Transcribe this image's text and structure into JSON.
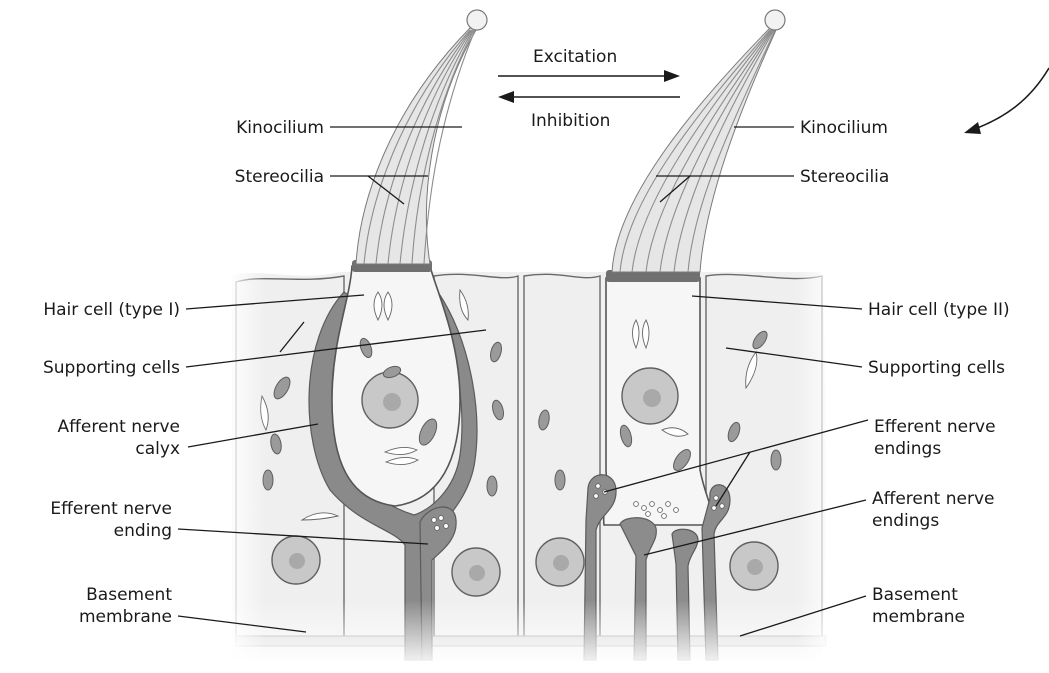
{
  "labels": {
    "excitation": "Excitation",
    "inhibition": "Inhibition",
    "kinocilium_left": "Kinocilium",
    "stereocilia_left": "Stereocilia",
    "hair_cell_type1": "Hair cell (type I)",
    "supporting_cells_left": "Supporting cells",
    "afferent_calyx_line1": "Afferent nerve",
    "afferent_calyx_line2": "calyx",
    "efferent_ending_line1": "Efferent nerve",
    "efferent_ending_line2": "ending",
    "basement_left_line1": "Basement",
    "basement_left_line2": "membrane",
    "kinocilium_right": "Kinocilium",
    "stereocilia_right": "Stereocilia",
    "hair_cell_type2": "Hair cell (type II)",
    "supporting_cells_right": "Supporting cells",
    "efferent_endings_line1": "Efferent nerve",
    "efferent_endings_line2": "endings",
    "afferent_endings_line1": "Afferent nerve",
    "afferent_endings_line2": "endings",
    "basement_right_line1": "Basement",
    "basement_right_line2": "membrane"
  },
  "colors": {
    "text": "#1a1a1a",
    "nerve": "#8a8a8a",
    "cell_fill": "#efefef"
  }
}
